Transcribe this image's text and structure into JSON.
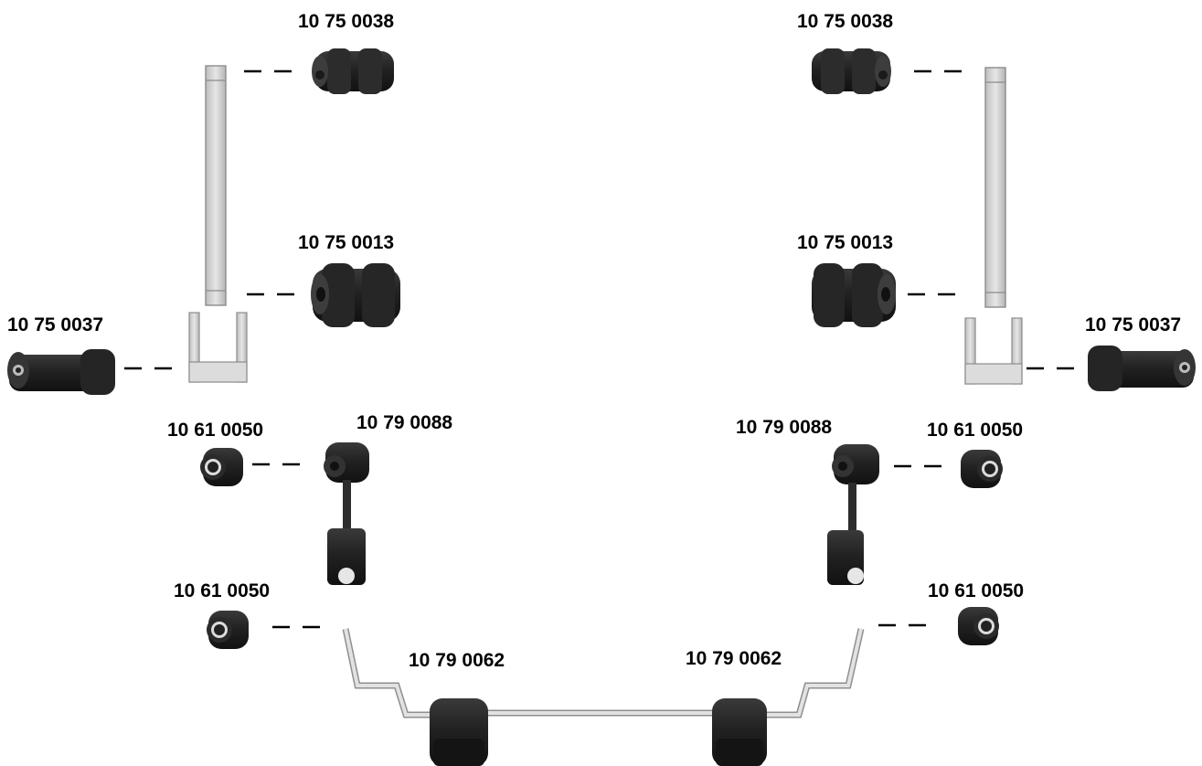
{
  "diagram": {
    "labels": {
      "left_top_bushing": "10 75 0038",
      "right_top_bushing": "10 75 0038",
      "left_mid_bushing": "10 75 0013",
      "right_mid_bushing": "10 75 0013",
      "left_shackle_bushing": "10 75 0037",
      "right_shackle_bushing": "10 75 0037",
      "left_link_bushing_upper": "10 61 0050",
      "right_link_bushing_upper": "10 61 0050",
      "left_stabilizer_link": "10 79 0088",
      "right_stabilizer_link": "10 79 0088",
      "left_link_bushing_lower": "10 61 0050",
      "right_link_bushing_lower": "10 61 0050",
      "left_stabilizer_bushing": "10 79 0062",
      "right_stabilizer_bushing": "10 79 0062"
    },
    "colors": {
      "metal": "#d4d4d4",
      "rubber": "#2a2a2a",
      "dash": "#000000"
    }
  }
}
